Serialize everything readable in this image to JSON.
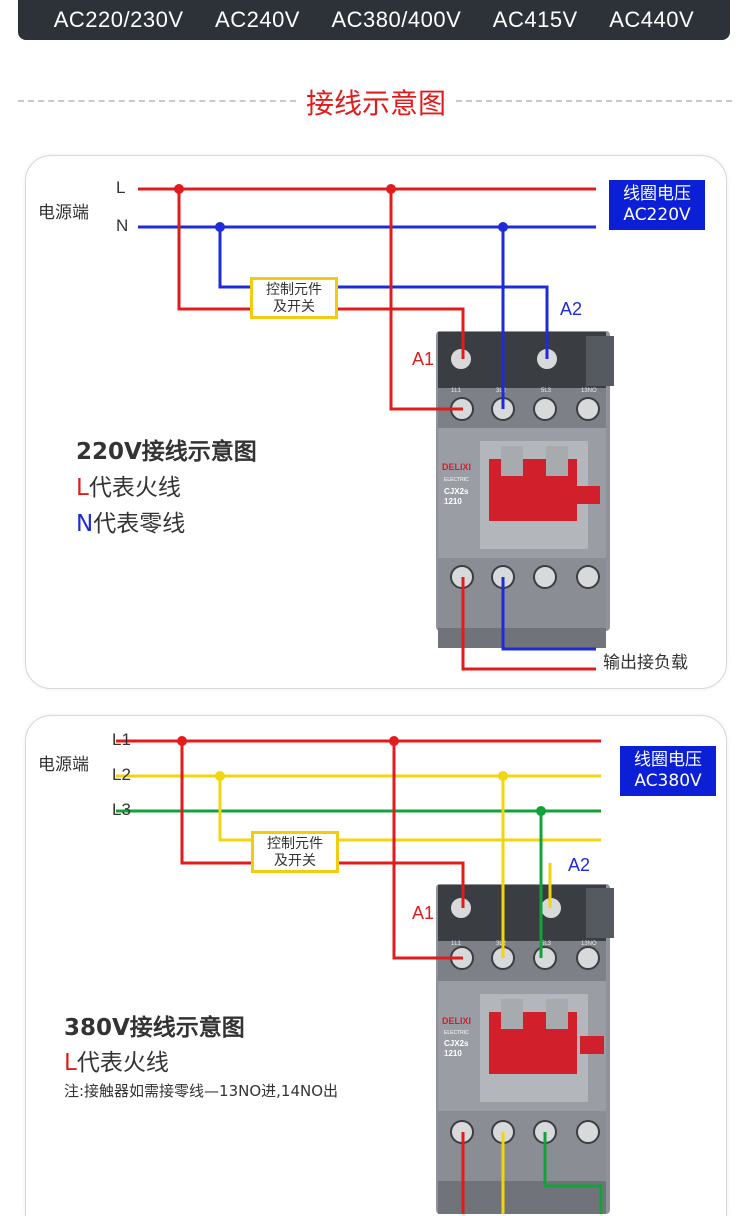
{
  "voltage_bar": [
    "AC220/230V",
    "AC240V",
    "AC380/400V",
    "AC415V",
    "AC440V"
  ],
  "section_title": "接线示意图",
  "diagram1": {
    "source_label": "电源端",
    "line_L": "L",
    "line_N": "N",
    "coil_voltage_title": "线圈电压",
    "coil_voltage_value": "AC220V",
    "control_label_1": "控制元件",
    "control_label_2": "及开关",
    "a1": "A1",
    "a2": "A2",
    "heading": "220V接线示意图",
    "legend_L_letter": "L",
    "legend_L_text": "代表火线",
    "legend_N_letter": "N",
    "legend_N_text": "代表零线",
    "output_label": "输出接负载",
    "contactor_brand": "DELIXI",
    "contactor_sub": "ELECTRIC",
    "contactor_model": "CJX2s",
    "contactor_code": "1210",
    "terminals": [
      "1L1",
      "3L2",
      "5L3",
      "13NO"
    ]
  },
  "diagram2": {
    "source_label": "电源端",
    "line_L1": "L1",
    "line_L2": "L2",
    "line_L3": "L3",
    "coil_voltage_title": "线圈电压",
    "coil_voltage_value": "AC380V",
    "control_label_1": "控制元件",
    "control_label_2": "及开关",
    "a1": "A1",
    "a2": "A2",
    "heading": "380V接线示意图",
    "legend_L_letter": "L",
    "legend_L_text": "代表火线",
    "note": "注:接触器如需接零线—13NO进,14NO出",
    "contactor_brand": "DELIXI",
    "contactor_sub": "ELECTRIC",
    "contactor_model": "CJX2s",
    "contactor_code": "1210",
    "terminals": [
      "1L1",
      "3L2",
      "5L3",
      "13NO"
    ]
  },
  "colors": {
    "live": "#e21c1c",
    "neutral": "#1f2bd8",
    "phase2": "#f2d40f",
    "phase3": "#12a13a",
    "accent_box": "#0a1fd6"
  }
}
